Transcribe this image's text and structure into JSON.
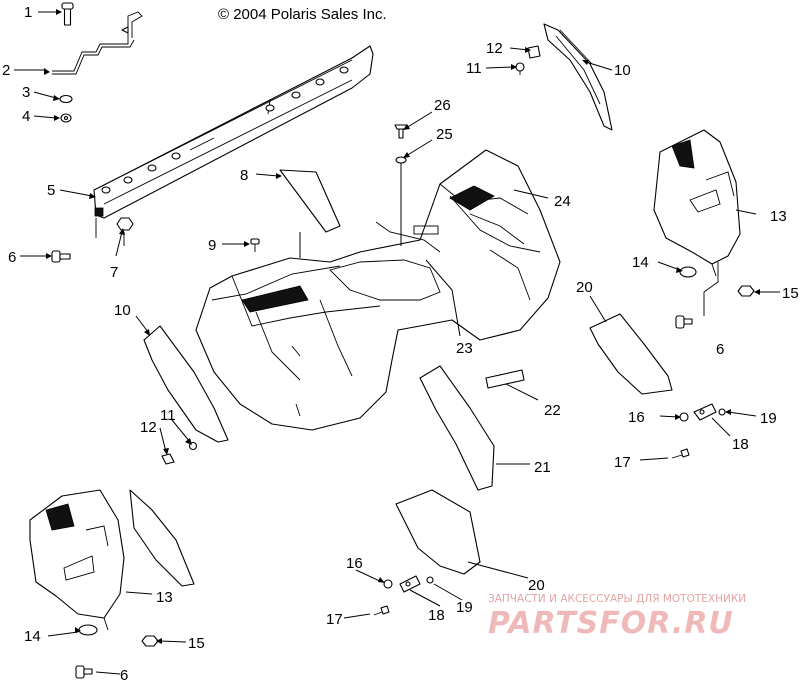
{
  "copyright": "© 2004 Polaris Sales Inc.",
  "watermark": {
    "tagline": "ЗАПЧАСТИ И АКСЕССУАРЫ ДЛЯ МОТОТЕХНИКИ",
    "brand": "PARTSFOR.RU"
  },
  "callouts": [
    {
      "id": "c1",
      "text": "1"
    },
    {
      "id": "c2",
      "text": "2"
    },
    {
      "id": "c3",
      "text": "3"
    },
    {
      "id": "c4",
      "text": "4"
    },
    {
      "id": "c5",
      "text": "5"
    },
    {
      "id": "c6a",
      "text": "6"
    },
    {
      "id": "c7",
      "text": "7"
    },
    {
      "id": "c8",
      "text": "8"
    },
    {
      "id": "c9",
      "text": "9"
    },
    {
      "id": "c10a",
      "text": "10"
    },
    {
      "id": "c11a",
      "text": "11"
    },
    {
      "id": "c12a",
      "text": "12"
    },
    {
      "id": "c10b",
      "text": "10"
    },
    {
      "id": "c11b",
      "text": "11"
    },
    {
      "id": "c12b",
      "text": "12"
    },
    {
      "id": "c26",
      "text": "26"
    },
    {
      "id": "c25",
      "text": "25"
    },
    {
      "id": "c24",
      "text": "24"
    },
    {
      "id": "c23",
      "text": "23"
    },
    {
      "id": "c22",
      "text": "22"
    },
    {
      "id": "c21",
      "text": "21"
    },
    {
      "id": "c20a",
      "text": "20"
    },
    {
      "id": "c20b",
      "text": "20"
    },
    {
      "id": "c13a",
      "text": "13"
    },
    {
      "id": "c14a",
      "text": "14"
    },
    {
      "id": "c15a",
      "text": "15"
    },
    {
      "id": "c6b",
      "text": "6"
    },
    {
      "id": "c16a",
      "text": "16"
    },
    {
      "id": "c19a",
      "text": "19"
    },
    {
      "id": "c18a",
      "text": "18"
    },
    {
      "id": "c17a",
      "text": "17"
    },
    {
      "id": "c13b",
      "text": "13"
    },
    {
      "id": "c14b",
      "text": "14"
    },
    {
      "id": "c15b",
      "text": "15"
    },
    {
      "id": "c6c",
      "text": "6"
    },
    {
      "id": "c16b",
      "text": "16"
    },
    {
      "id": "c17b",
      "text": "17"
    },
    {
      "id": "c18b",
      "text": "18"
    },
    {
      "id": "c19b",
      "text": "19"
    }
  ]
}
